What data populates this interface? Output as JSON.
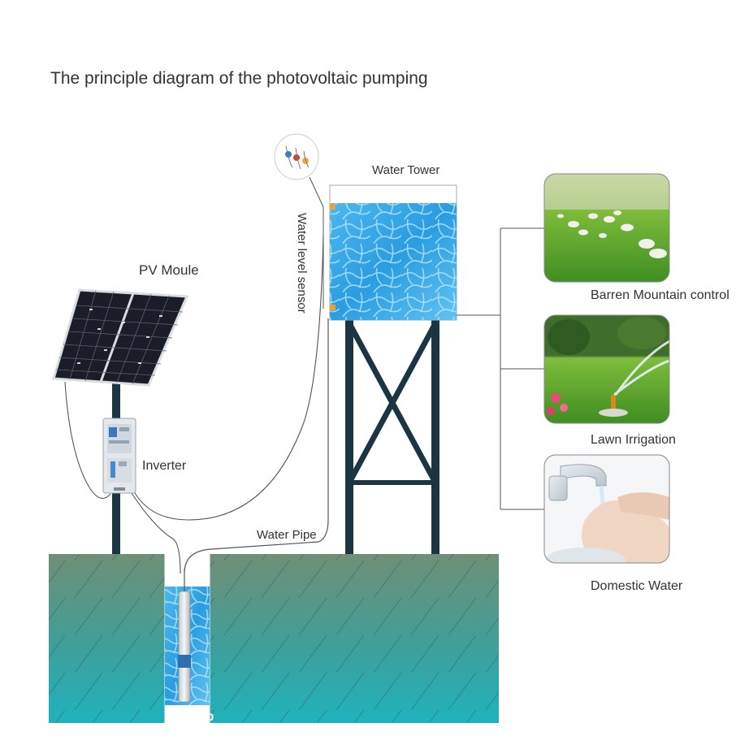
{
  "title": "The principle diagram of the photovoltaic pumping",
  "labels": {
    "pv_module": "PV Moule",
    "inverter": "Inverter",
    "water_level_sensor": "Water  level sensor",
    "water_tower": "Water Tower",
    "water_pipe": "Water Pipe",
    "pump": "Pump"
  },
  "applications": [
    {
      "label": "Barren Mountain control",
      "scene": "sheep-pasture"
    },
    {
      "label": "Lawn Irrigation",
      "scene": "lawn-sprinkler"
    },
    {
      "label": "Domestic Water",
      "scene": "tap-hand-washing"
    }
  ],
  "colors": {
    "ground_top": "#6f8f76",
    "ground_bottom": "#1fb2bd",
    "water_light": "#6cc8f2",
    "water_dark": "#1f8fd6",
    "steel": "#1c3542",
    "sensor": "#f0a030"
  }
}
